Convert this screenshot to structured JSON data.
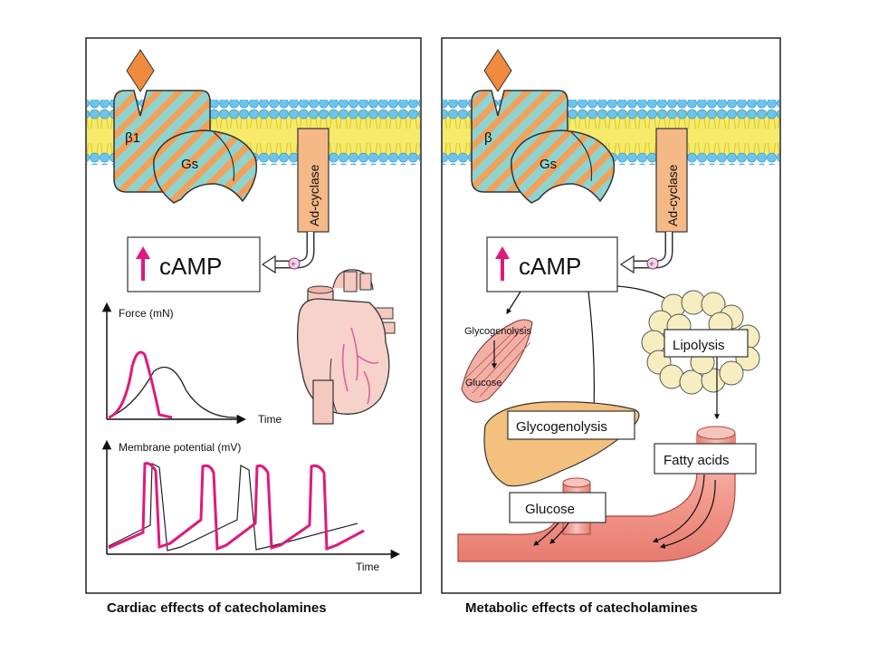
{
  "left_panel": {
    "receptor_label": "β1",
    "gprotein_label": "Gs",
    "enzyme_label": "Ad-cyclase",
    "camp_label": "cAMP",
    "force_graph": {
      "ylabel": "Force (mN)",
      "xlabel": "Time"
    },
    "membrane_graph": {
      "ylabel": "Membrane potential (mV)",
      "xlabel": "Time"
    },
    "caption": "Cardiac effects of catecholamines"
  },
  "right_panel": {
    "receptor_label": "β",
    "gprotein_label": "Gs",
    "enzyme_label": "Ad-cyclase",
    "camp_label": "cAMP",
    "muscle_glycogenolysis": "Glycogenolysis",
    "muscle_glucose": "Glucose",
    "liver_glycogenolysis": "Glycogenolysis",
    "liver_glucose": "Glucose",
    "lipolysis": "Lipolysis",
    "fatty_acids": "Fatty acids",
    "caption": "Metabolic effects of catecholamines"
  },
  "colors": {
    "ligand": "#f08a3c",
    "protein_teal": "#8fd3cf",
    "protein_stripe": "#f2a15a",
    "membrane_blue": "#6cc4ec",
    "membrane_yellow": "#f6ea6a",
    "increase_arrow": "#e0197d",
    "trace_magenta": "#e0197d",
    "vessel": "#f4a79e",
    "liver": "#f3c07e",
    "fat": "#f6eec0"
  }
}
